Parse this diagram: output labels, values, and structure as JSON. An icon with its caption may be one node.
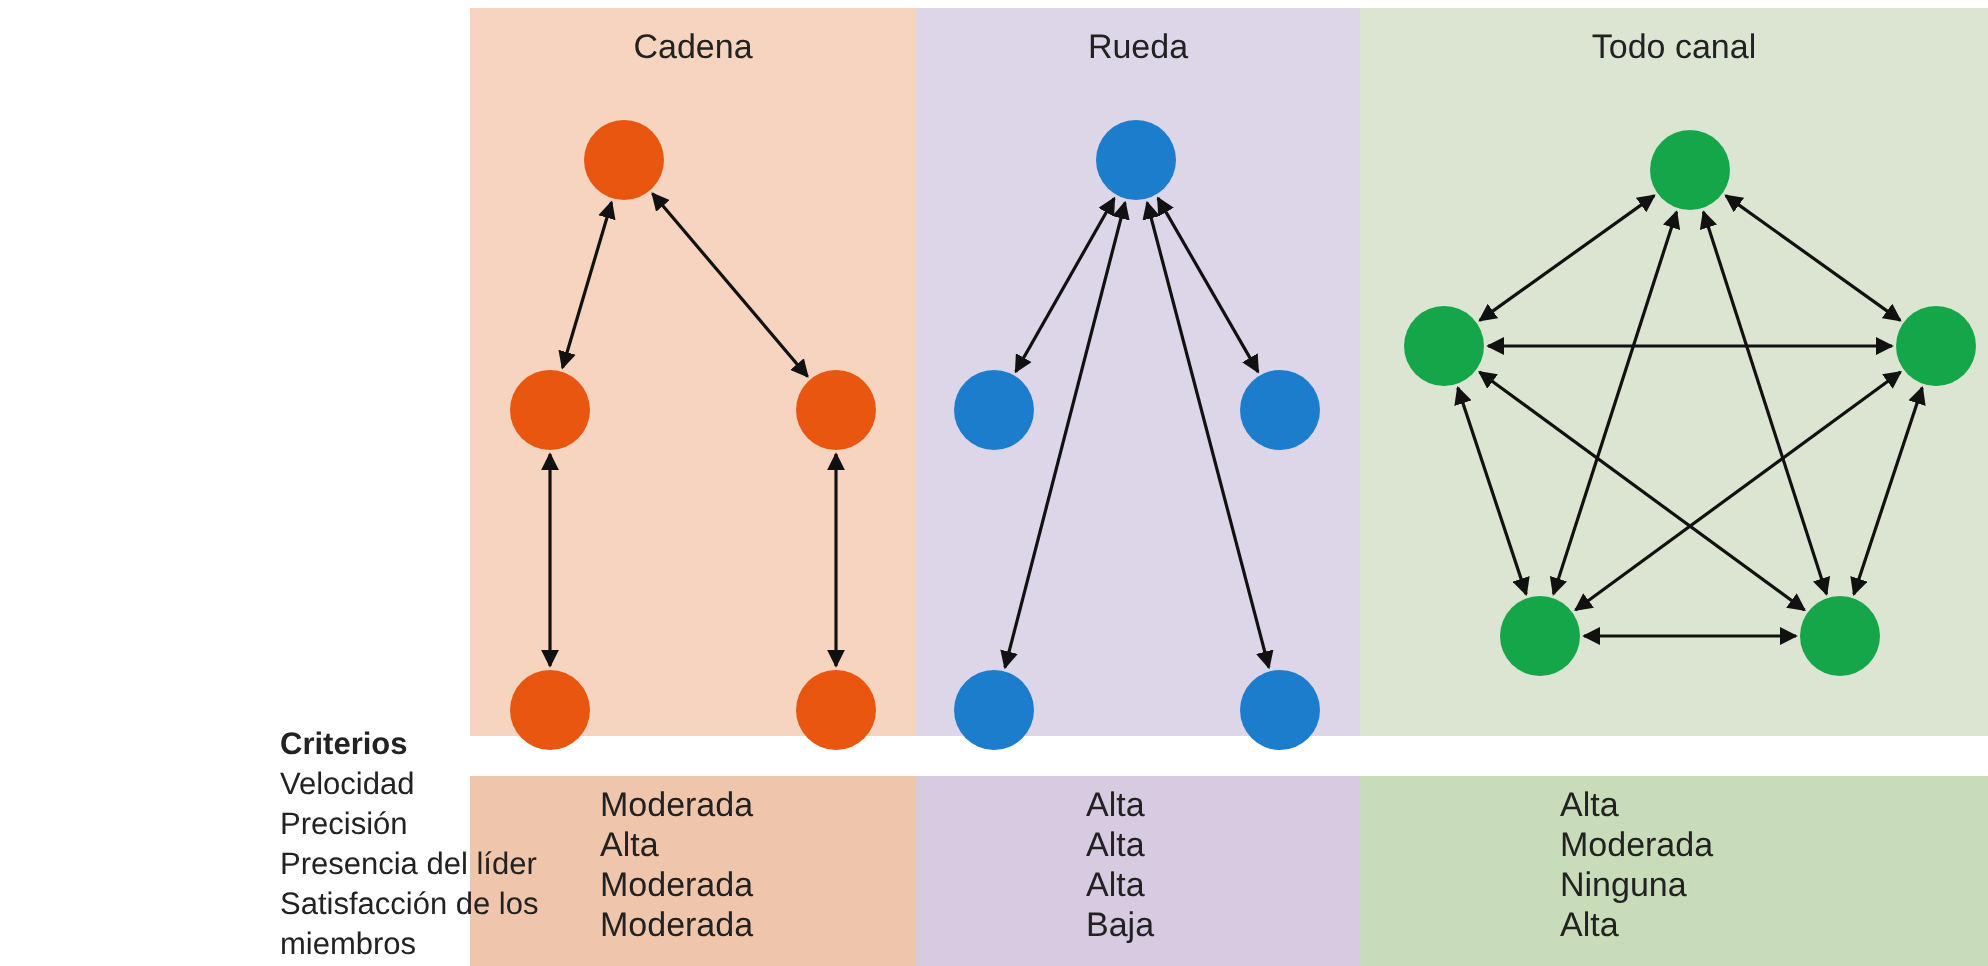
{
  "diagram": {
    "nodes": [
      {
        "text": [
          "Cadena"
        ]
      },
      {
        "text": [],
        "shape": "circle",
        "in": 0
      },
      {
        "text": [],
        "shape": "circle",
        "in": 0
      },
      {
        "text": [],
        "shape": "circle",
        "in": 0
      },
      {
        "text": [],
        "shape": "circle",
        "in": 0
      },
      {
        "text": [],
        "shape": "circle",
        "in": 0
      },
      {
        "text": [
          "Rueda"
        ]
      },
      {
        "text": [],
        "shape": "circle",
        "in": 6
      },
      {
        "text": [],
        "shape": "circle",
        "in": 6
      },
      {
        "text": [],
        "shape": "circle",
        "in": 6
      },
      {
        "text": [],
        "shape": "circle",
        "in": 6
      },
      {
        "text": [],
        "shape": "circle",
        "in": 6
      },
      {
        "text": [
          "Todo canal"
        ]
      },
      {
        "text": [],
        "shape": "circle",
        "in": 12
      },
      {
        "text": [],
        "shape": "circle",
        "in": 12
      },
      {
        "text": [],
        "shape": "circle",
        "in": 12
      },
      {
        "text": [],
        "shape": "circle",
        "in": 12
      },
      {
        "text": [],
        "shape": "circle",
        "in": 12
      },
      {
        "text": [
          "Moderada",
          "Alta",
          "Moderada",
          "Moderada"
        ]
      },
      {
        "text": [
          "Alta",
          "Alta",
          "Alta",
          "Baja"
        ]
      },
      {
        "text": [
          "Alta",
          "Moderada",
          "Ninguna",
          "Alta"
        ]
      }
    ],
    "edges": [
      {
        "from": 1,
        "to": 2,
        "arrow": "both"
      },
      {
        "from": 1,
        "to": 3,
        "arrow": "both"
      },
      {
        "from": 2,
        "to": 4,
        "arrow": "both"
      },
      {
        "from": 3,
        "to": 5,
        "arrow": "both"
      },
      {
        "from": 7,
        "to": 8,
        "arrow": "both"
      },
      {
        "from": 7,
        "to": 9,
        "arrow": "both"
      },
      {
        "from": 7,
        "to": 10,
        "arrow": "both"
      },
      {
        "from": 7,
        "to": 11,
        "arrow": "both"
      },
      {
        "from": 13,
        "to": 14,
        "arrow": "both"
      },
      {
        "from": 13,
        "to": 15,
        "arrow": "both"
      },
      {
        "from": 13,
        "to": 16,
        "arrow": "both"
      },
      {
        "from": 13,
        "to": 17,
        "arrow": "both"
      },
      {
        "from": 14,
        "to": 15,
        "arrow": "both"
      },
      {
        "from": 14,
        "to": 16,
        "arrow": "both"
      },
      {
        "from": 14,
        "to": 17,
        "arrow": "both"
      },
      {
        "from": 15,
        "to": 16,
        "arrow": "both"
      },
      {
        "from": 15,
        "to": 17,
        "arrow": "both"
      },
      {
        "from": 16,
        "to": 17,
        "arrow": "both"
      }
    ],
    "labels": [
      "Criterios",
      "Velocidad",
      "Precisión",
      "Presencia del líder",
      "Satisfacción de los miembros"
    ]
  }
}
